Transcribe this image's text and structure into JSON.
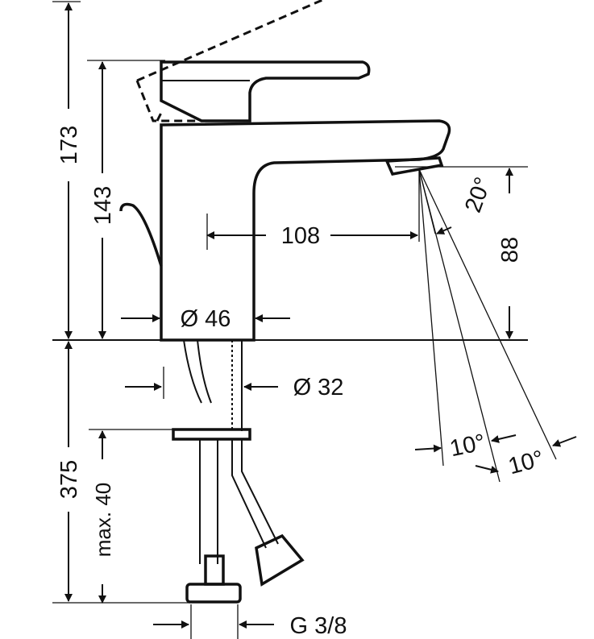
{
  "dimensions": {
    "total_height": "173",
    "body_height": "143",
    "spout_reach": "108",
    "spray_angle": "20°",
    "spout_height": "88",
    "body_diameter": "Ø 46",
    "shank_diameter": "Ø 32",
    "below_counter": "375",
    "max_thickness": "max. 40",
    "angle_left": "10°",
    "angle_right": "10°",
    "connection_thread": "G 3/8"
  }
}
